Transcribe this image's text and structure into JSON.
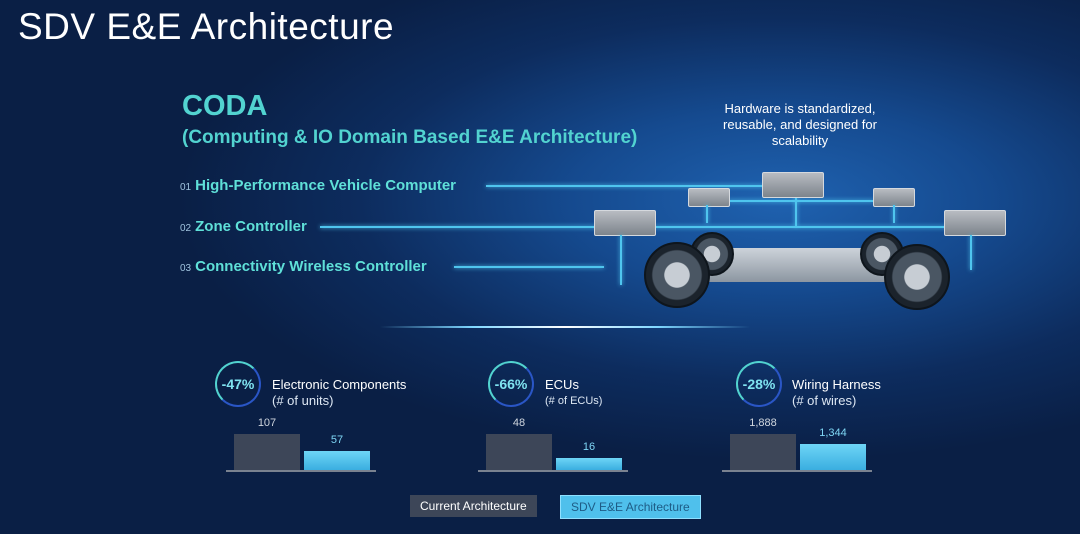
{
  "title": "SDV E&E Architecture",
  "heading": "CODA",
  "subheading": "(Computing & IO Domain Based E&E Architecture)",
  "items": [
    {
      "num": "01",
      "label": "High-Performance Vehicle Computer"
    },
    {
      "num": "02",
      "label": "Zone Controller"
    },
    {
      "num": "03",
      "label": "Connectivity Wireless Controller"
    }
  ],
  "note": "Hardware is standardized, reusable, and designed for scalability",
  "chart_data": [
    {
      "type": "bar",
      "title": "Electronic Components",
      "unit": "(# of units)",
      "change": "-47%",
      "categories": [
        "Current Architecture",
        "SDV E&E Architecture"
      ],
      "values": [
        107,
        57
      ],
      "labels": [
        "107",
        "57"
      ]
    },
    {
      "type": "bar",
      "title": "ECUs",
      "unit": "(# of ECUs)",
      "change": "-66%",
      "categories": [
        "Current Architecture",
        "SDV E&E Architecture"
      ],
      "values": [
        48,
        16
      ],
      "labels": [
        "48",
        "16"
      ]
    },
    {
      "type": "bar",
      "title": "Wiring Harness",
      "unit": "(# of wires)",
      "change": "-28%",
      "categories": [
        "Current Architecture",
        "SDV E&E Architecture"
      ],
      "values": [
        1888,
        1344
      ],
      "labels": [
        "1,888",
        "1,344"
      ]
    }
  ],
  "legend": {
    "current": "Current Architecture",
    "sdv": "SDV E&E Architecture"
  },
  "colors": {
    "current": "#3d4658",
    "sdv": "#4fc0ec",
    "accent": "#52d3d0"
  }
}
